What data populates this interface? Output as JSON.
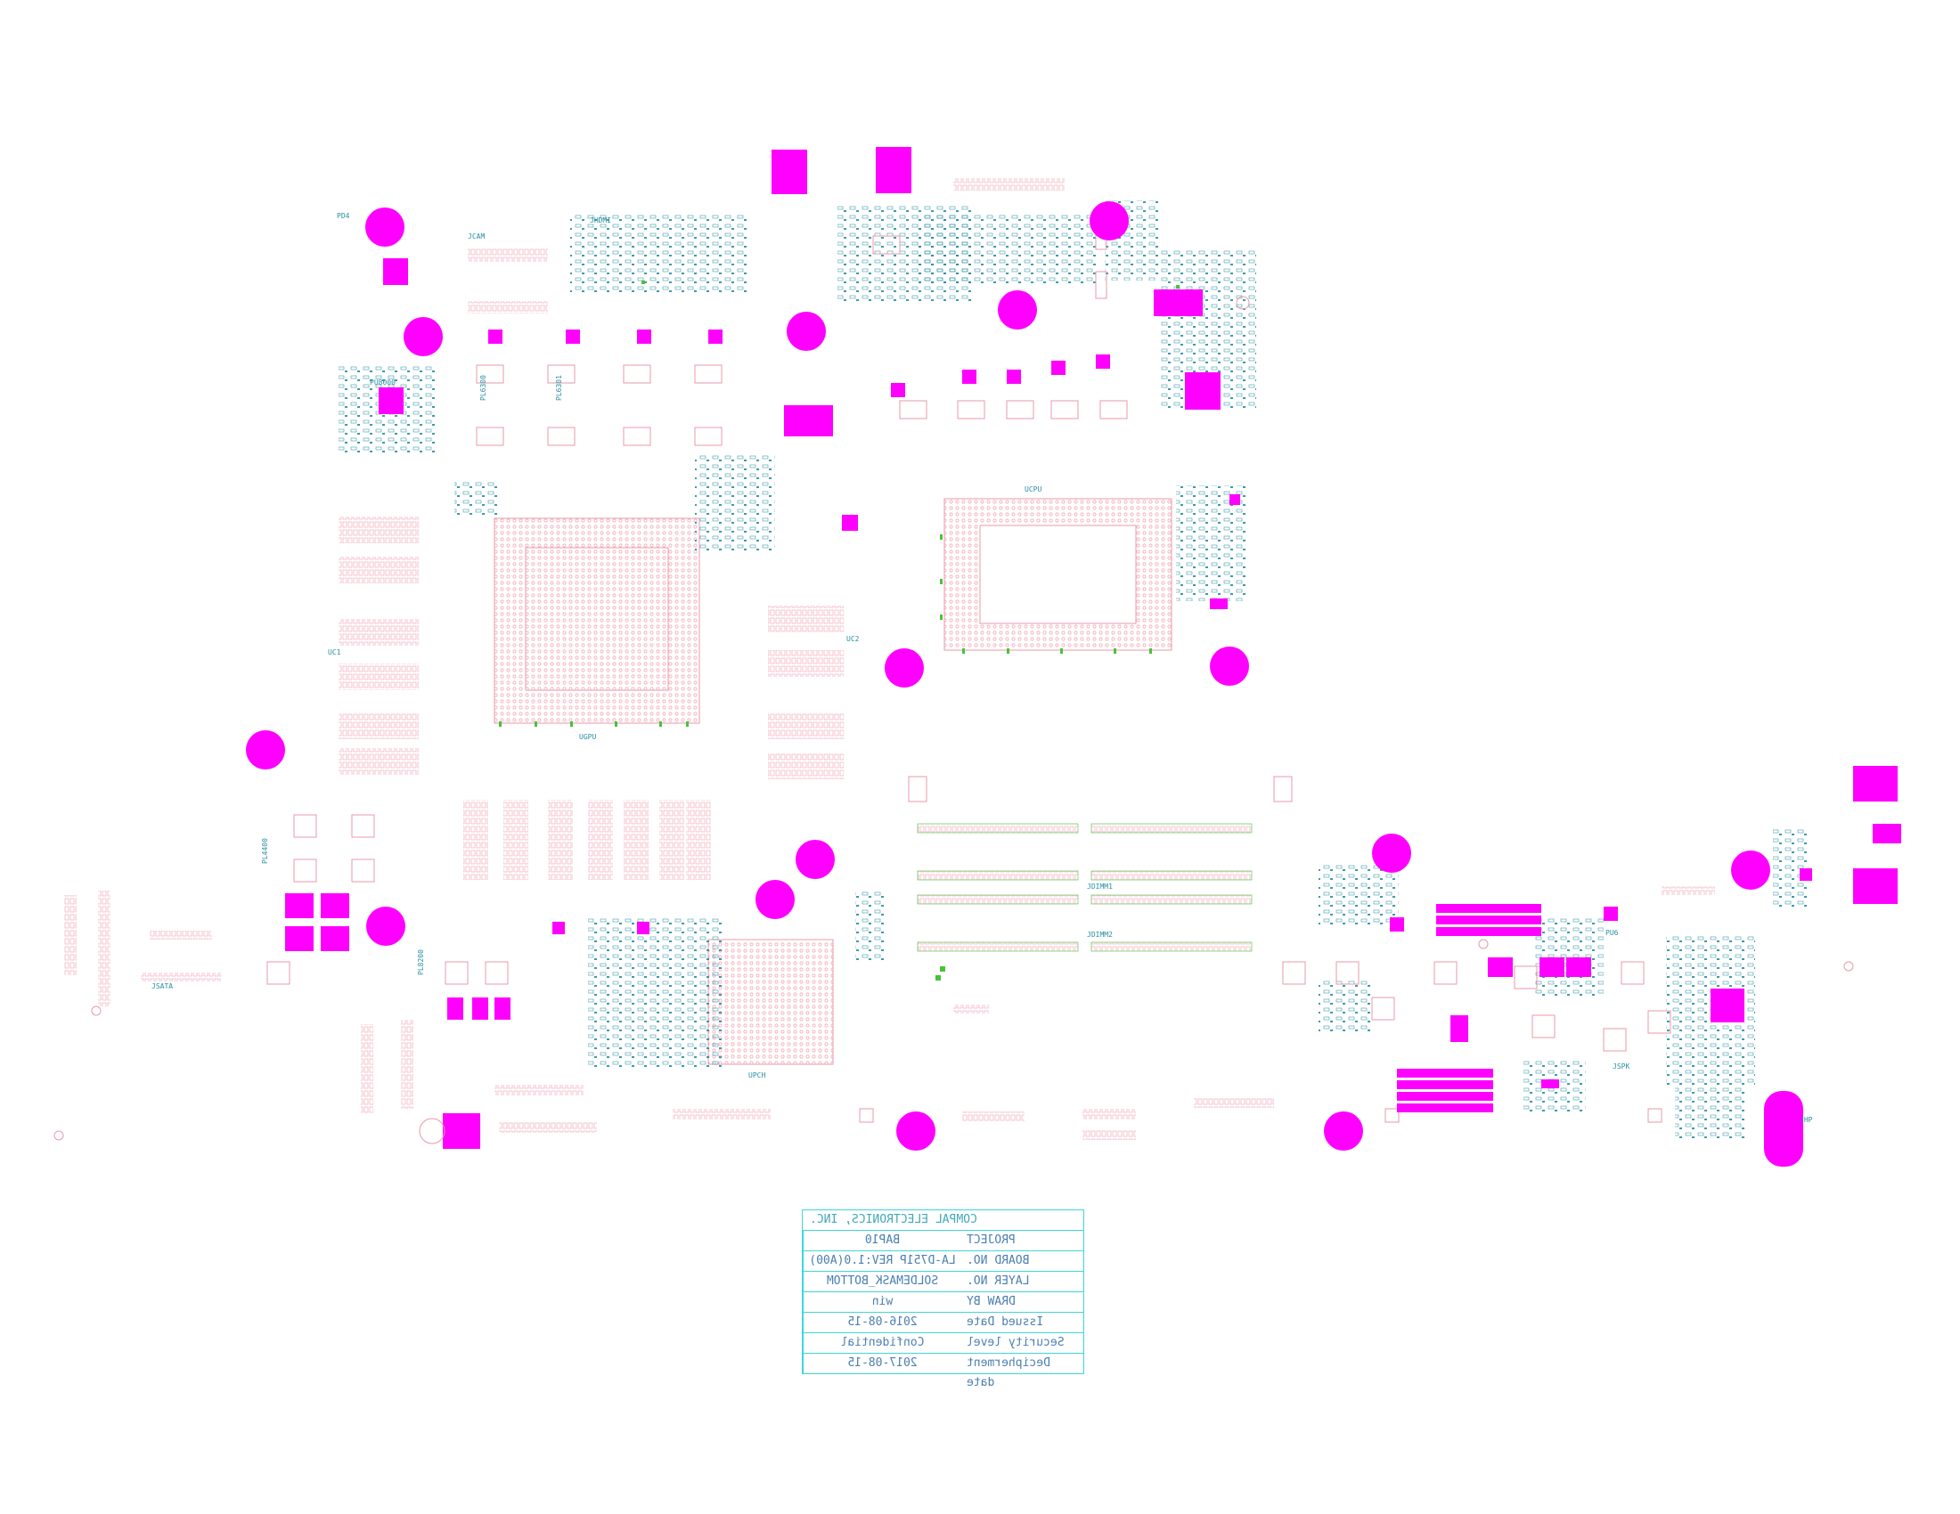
{
  "title_block": {
    "company": "COMPAL ELECTRONICS, INC.",
    "rows": [
      {
        "key": "PROJECT",
        "value": "BAP10"
      },
      {
        "key": "BOARD NO.",
        "value": "LA-D751P REV:1.0(A00)"
      },
      {
        "key": "LAYER NO.",
        "value": "SOLDEMASK_BOTTOM"
      },
      {
        "key": "DRAW BY",
        "value": "win"
      },
      {
        "key": "Issued Date",
        "value": "2016-08-15"
      },
      {
        "key": "Security level",
        "value": "Confidential"
      },
      {
        "key": "Decipherment date",
        "value": "2017-08-15"
      }
    ]
  },
  "labels": {
    "jsata": "JSATA",
    "jcam": "JCAM",
    "jhdmi": "JHDMI",
    "jspk": "JSPK",
    "jhp": "JHP",
    "pd4": "PD4",
    "pu6": "PU6",
    "pl6300": "PL6300",
    "pl6301": "PL6301",
    "pl8200": "PL8200",
    "pl4400": "PL4400",
    "pu8000": "PU8000",
    "uc1": "UC1",
    "uc2": "UC2",
    "jdimm1": "JDIMM1",
    "jdimm2": "JDIMM2",
    "ucpu": "UCPU",
    "ugpu": "UGPU",
    "upch": "UPCH"
  },
  "colors": {
    "pad": "#f4b8c4",
    "outline": "#e89aa8",
    "mask": "#ff00ff",
    "silk": "#2a8fa0",
    "green": "#49c23a",
    "titleblock": "#3fd6d6"
  }
}
